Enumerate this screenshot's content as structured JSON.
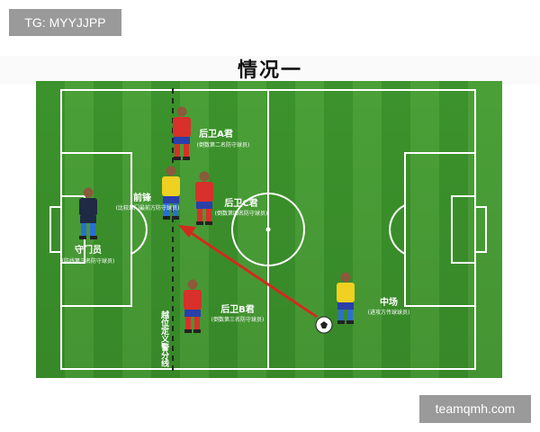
{
  "watermark_top": "TG: MYYJJPP",
  "watermark_bottom": "teamqmh.com",
  "title": "情况一",
  "players": {
    "goalkeeper": {
      "label": "守门员",
      "note": "(防线第三名防守球员)"
    },
    "forward": {
      "label": "前锋",
      "note": "(比较球门最前方防守球员)"
    },
    "back_a": {
      "label": "后卫A君",
      "note": "(倒数第二名防守球员)"
    },
    "back_b": {
      "label": "后卫B君",
      "note": "(倒数第三名防守球员)"
    },
    "back_c": {
      "label": "后卫C君",
      "note": "(倒数第四名防守球员)"
    },
    "midfielder": {
      "label": "中场",
      "note": "(进攻方传球球员)"
    }
  },
  "offside_line_label": "越位定义警分线",
  "colors": {
    "grass_light": "#4ea83a",
    "grass_dark": "#3f9a2e",
    "defender_shirt": "#d8302a",
    "attacker_shirt": "#f0d020",
    "goalkeeper_shirt": "#1f2a44",
    "pass_arrow": "#d22a1e"
  }
}
